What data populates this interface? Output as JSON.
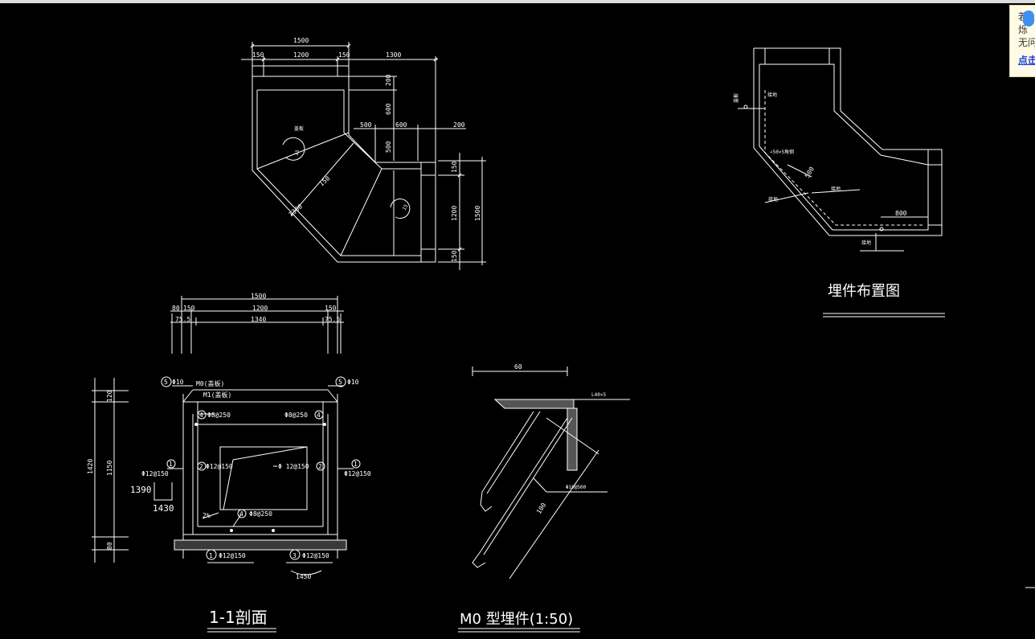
{
  "popup": {
    "line1": "若",
    "line2": "烁",
    "line3": "无问",
    "link": "点击"
  },
  "plan_view": {
    "dims": [
      "1500",
      "150",
      "1200",
      "150",
      "1300",
      "200",
      "600",
      "500",
      "600",
      "200",
      "500",
      "150",
      "1200",
      "1500",
      "150",
      "1300",
      "150"
    ],
    "labels": [
      "盖板",
      "15",
      "15"
    ]
  },
  "embed_layout": {
    "title": "埋件布置图",
    "dims": [
      "500",
      "800"
    ],
    "labels": [
      "盖板",
      "接地",
      "∠50×5角钢",
      "接地",
      "接地",
      "接地"
    ]
  },
  "section": {
    "title": "1-1剖面",
    "top_dims": [
      "1500",
      "80",
      "150",
      "1200",
      "150",
      "75.5",
      "1340",
      "75.5"
    ],
    "left_dims": [
      "120",
      "1420",
      "1150",
      "80"
    ],
    "side_labels": [
      "1390",
      "1430"
    ],
    "bottom_label": "1450",
    "rebar": {
      "r5a": "5",
      "r5a_text": "Φ10",
      "r5b": "5",
      "r5b_text": "Φ10",
      "m0": "M0(盖板)",
      "m1": "M1(盖板)",
      "r4a": "4",
      "r4a_text": "Φ8@250",
      "r4b_text": "Φ8@250",
      "r4b": "4",
      "r2a": "2",
      "r2a_text": "Φ12@150",
      "r2b_text": "Φ 12@150",
      "r2b": "2",
      "r1left": "1",
      "r1left_text": "Φ12@150",
      "r1right": "1",
      "r1right_text": "Φ12@150",
      "slope": "2%",
      "r4c": "4",
      "r4c_text": "Φ8@250",
      "r1bottom": "1",
      "r1bottom_text": "Φ12@150",
      "r3bottom": "3",
      "r3bottom_text": "Φ12@150"
    }
  },
  "m0_embed": {
    "title": "M0 型埋件(1:50)",
    "dim_top": "60",
    "angle_label": "L40×5",
    "bar_label": "Φ10@500",
    "dim_diag": "100"
  }
}
